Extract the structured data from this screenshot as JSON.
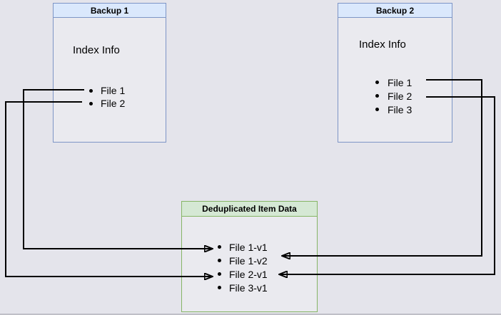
{
  "diagram": {
    "backup1": {
      "title": "Backup 1",
      "label": "Index Info",
      "files": [
        "File 1",
        "File 2"
      ]
    },
    "backup2": {
      "title": "Backup 2",
      "label": "Index Info",
      "files": [
        "File 1",
        "File 2",
        "File 3"
      ]
    },
    "dedup": {
      "title": "Deduplicated Item Data",
      "items": [
        "File 1-v1",
        "File 1-v2",
        "File 2-v1",
        "File 3-v1"
      ]
    },
    "connections": [
      {
        "from": "Backup 1 / File 1",
        "to": "File 1-v1"
      },
      {
        "from": "Backup 1 / File 2",
        "to": "File 2-v1"
      },
      {
        "from": "Backup 2 / File 1",
        "to": "File 1-v2"
      },
      {
        "from": "Backup 2 / File 2",
        "to": "File 2-v1"
      }
    ],
    "colors": {
      "background": "#e4e4eb",
      "blue_header_fill": "#dae8fc",
      "blue_border": "#7d95c6",
      "green_header_fill": "#d5e8d4",
      "green_border": "#86b566",
      "arrow": "#000000"
    }
  }
}
